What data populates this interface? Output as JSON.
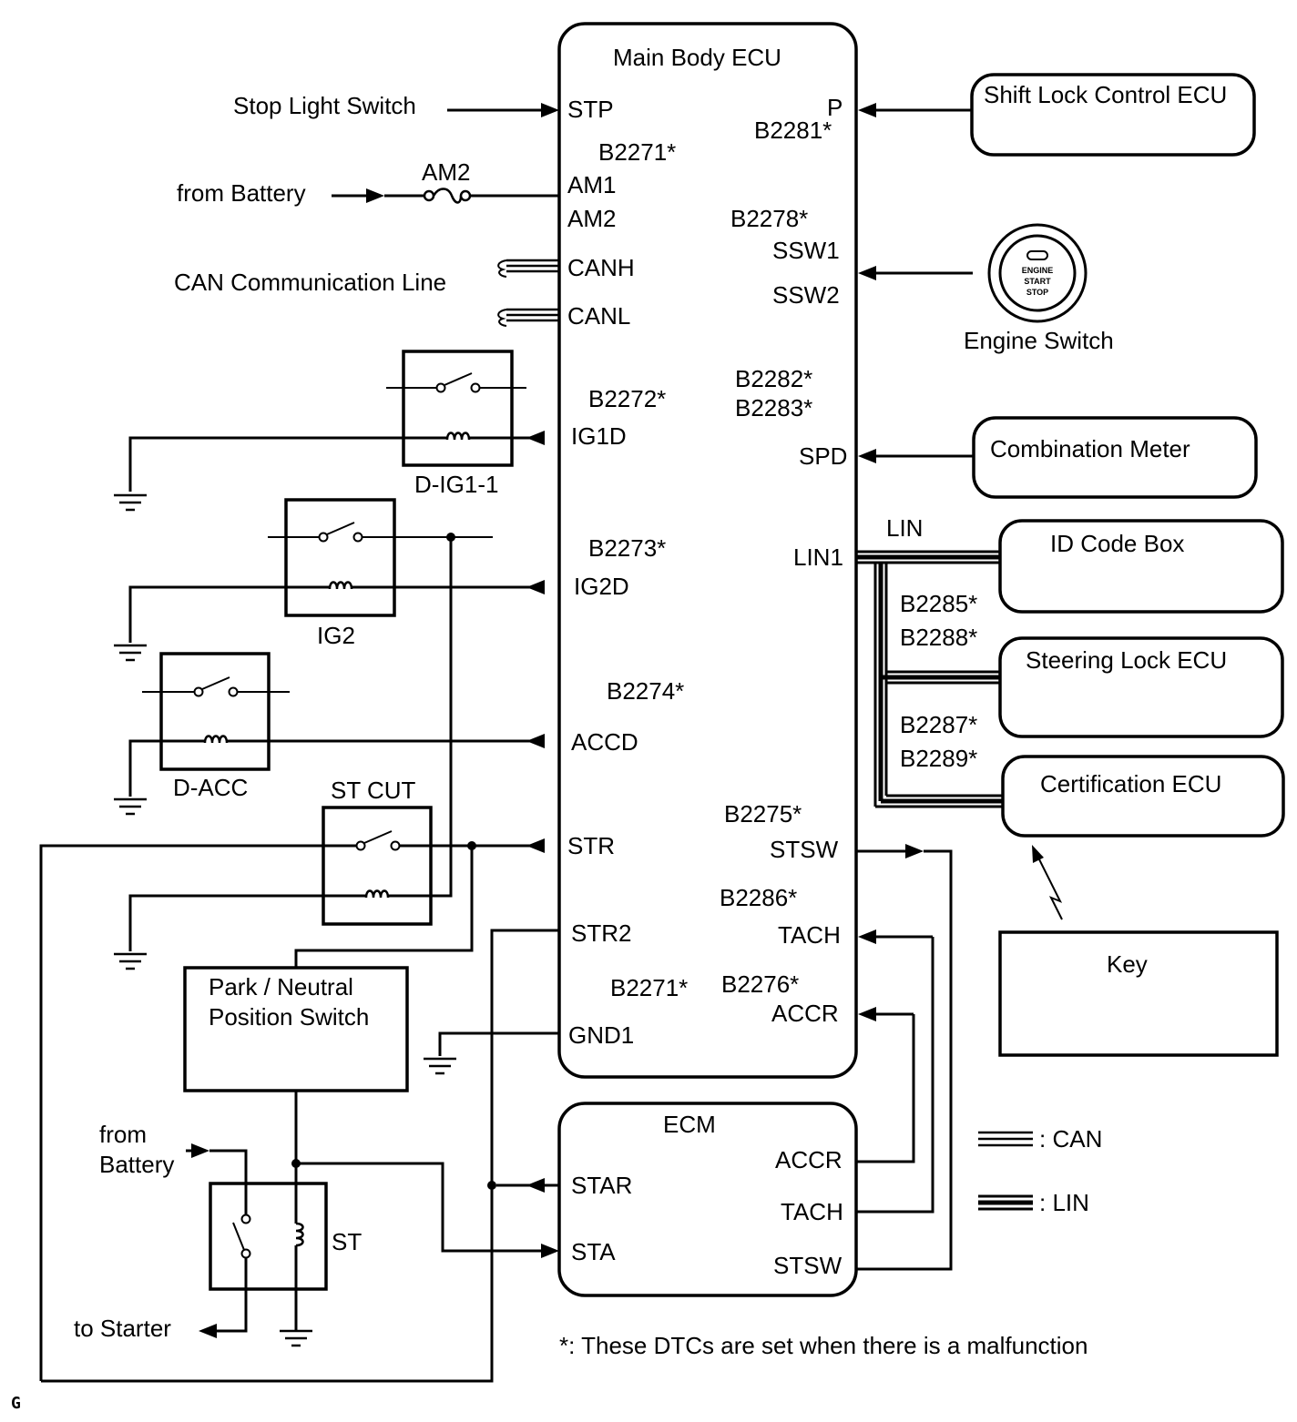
{
  "main_ecu": {
    "title": "Main Body ECU",
    "left_pins": [
      "STP",
      "AM1",
      "AM2",
      "CANH",
      "CANL",
      "IG1D",
      "IG2D",
      "ACCD",
      "STR",
      "STR2",
      "GND1"
    ],
    "right_pins": [
      "P",
      "SSW1",
      "SSW2",
      "SPD",
      "LIN1",
      "STSW",
      "TACH",
      "ACCR"
    ],
    "dtc_left": [
      "B2271*",
      "B2272*",
      "B2273*",
      "B2274*",
      "B2271*"
    ],
    "dtc_right": [
      "B2281*",
      "B2278*",
      "B2282*",
      "B2283*",
      "B2275*",
      "B2286*",
      "B2276*"
    ]
  },
  "ecm": {
    "title": "ECM",
    "left_pins": [
      "STAR",
      "STA"
    ],
    "right_pins": [
      "ACCR",
      "TACH",
      "STSW"
    ]
  },
  "external": {
    "stop_light": "Stop Light Switch",
    "from_battery": "from Battery",
    "am2_fuse": "AM2",
    "can_line": "CAN Communication Line",
    "shift_lock": "Shift Lock Control ECU",
    "engine_switch": "Engine Switch",
    "engine_button": [
      "ENGINE",
      "START",
      "STOP"
    ],
    "combination_meter": "Combination Meter",
    "lin_label": "LIN",
    "id_code_box": "ID Code Box",
    "steering_lock": "Steering Lock ECU",
    "certification": "Certification ECU",
    "key": "Key",
    "lin_dtc_1": [
      "B2285*",
      "B2288*"
    ],
    "lin_dtc_2": [
      "B2287*",
      "B2289*"
    ]
  },
  "relays": {
    "d_ig1_1": "D-IG1-1",
    "ig2": "IG2",
    "d_acc": "D-ACC",
    "st_cut": "ST CUT",
    "st": "ST"
  },
  "park_neutral": [
    "Park / Neutral",
    "Position Switch"
  ],
  "starter_battery": [
    "from",
    "Battery"
  ],
  "to_starter": "to Starter",
  "legend": {
    "can": ": CAN",
    "lin": ": LIN"
  },
  "footnote": "*: These DTCs are set when there is a malfunction",
  "corner_mark": "G"
}
